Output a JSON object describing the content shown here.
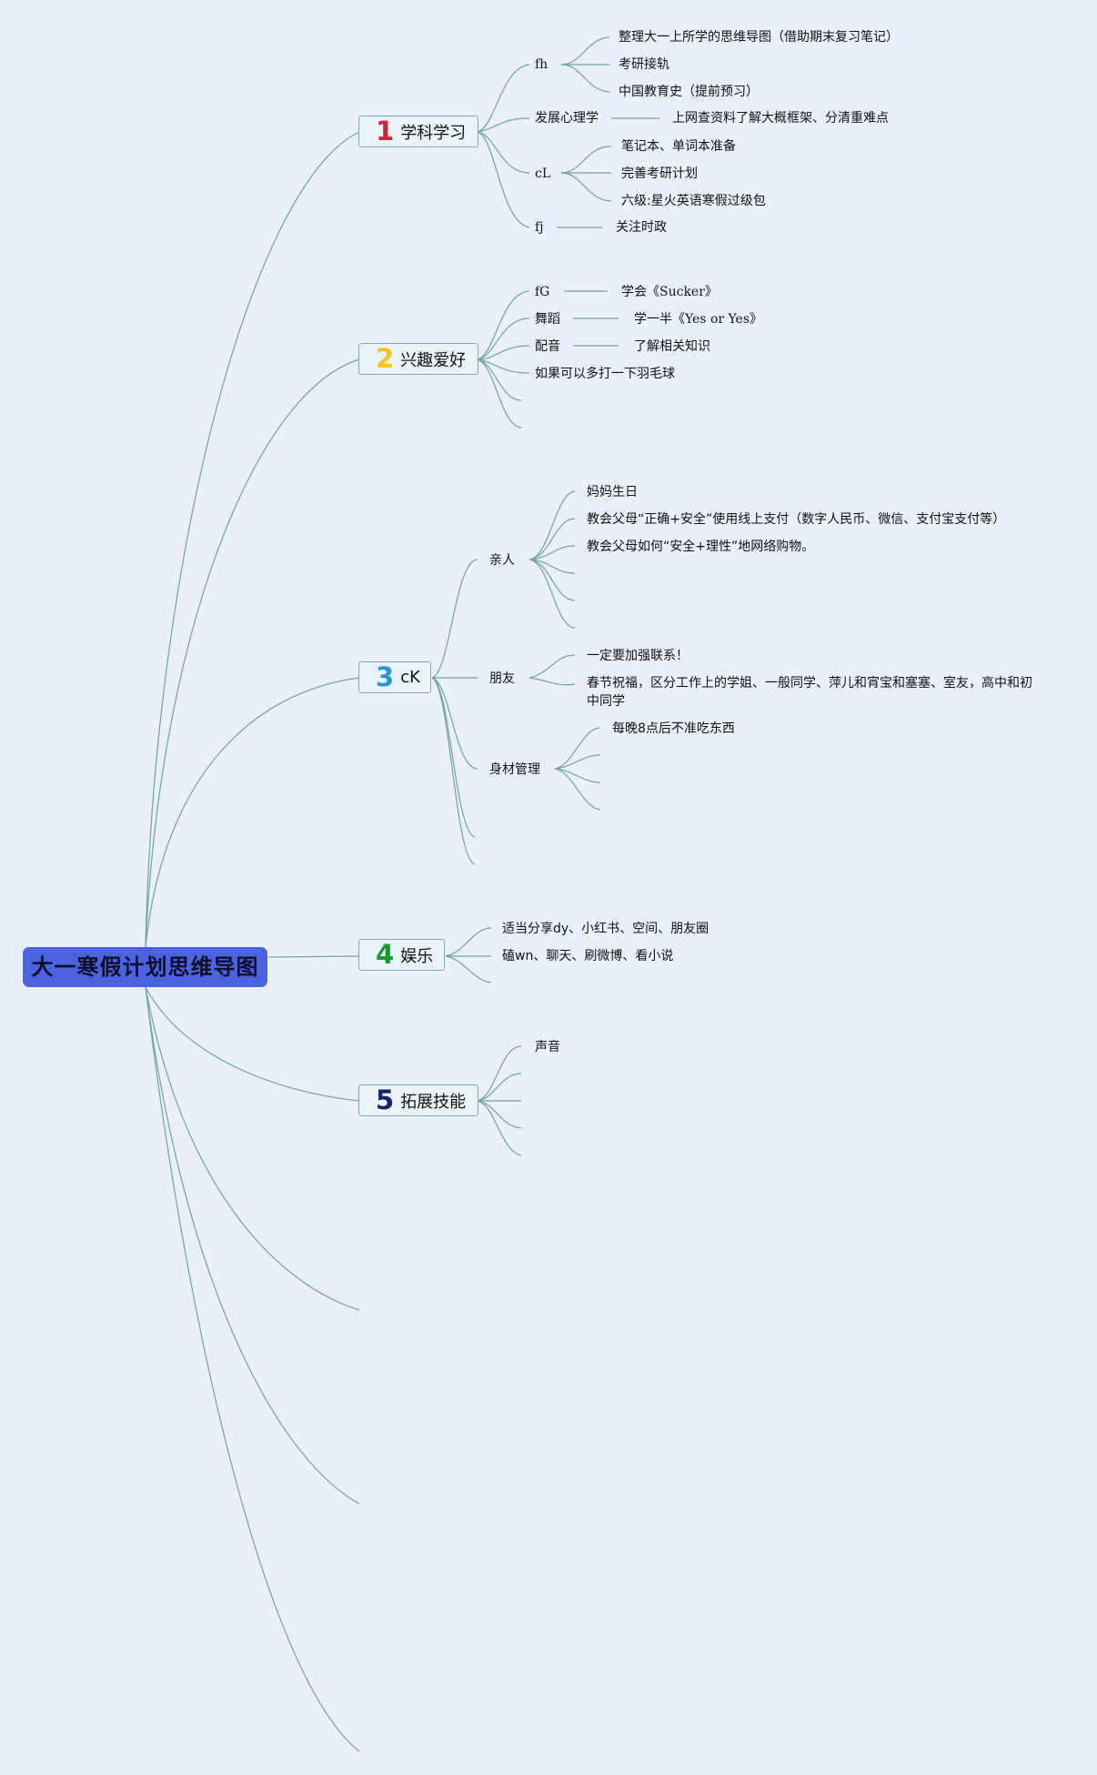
{
  "root": {
    "title": "大一寒假计划思维导图"
  },
  "branches": [
    {
      "num": "1",
      "color": "#d7213a",
      "label": "学科学习",
      "children": [
        {
          "label": "fh",
          "items": [
            "整理大一上所学的思维导图（借助期末复习笔记）",
            "考研接轨",
            "中国教育史（提前预习）"
          ]
        },
        {
          "label": "发展心理学",
          "items": [
            "上网查资料了解大概框架、分清重难点"
          ]
        },
        {
          "label": "cL",
          "items": [
            "笔记本、单词本准备",
            "完善考研计划",
            "六级:星火英语寒假过级包"
          ]
        },
        {
          "label": "fj",
          "items": [
            "关注时政"
          ]
        }
      ]
    },
    {
      "num": "2",
      "color": "#f4c21a",
      "label": "兴趣爱好",
      "children": [
        {
          "label": "fG",
          "items": [
            "学会《Sucker》"
          ]
        },
        {
          "label": "舞蹈",
          "items": [
            "学一半《Yes or Yes》"
          ]
        },
        {
          "label": "配音",
          "items": [
            "了解相关知识"
          ]
        },
        {
          "label": "如果可以多打一下羽毛球",
          "items": []
        }
      ]
    },
    {
      "num": "3",
      "color": "#1f98d6",
      "label": "cK",
      "children": [
        {
          "label": "亲人",
          "items": [
            "妈妈生日",
            "教会父母“正确+安全”使用线上支付（数字人民币、微信、支付宝支付等）",
            "教会父母如何“安全+理性”地网络购物。"
          ]
        },
        {
          "label": "朋友",
          "items": [
            "一定要加强联系！",
            "春节祝福，区分工作上的学姐、一般同学、萍儿和宵宝和塞塞、室友，高中和初中同学"
          ]
        },
        {
          "label": "身材管理",
          "items": [
            "每晚8点后不准吃东西"
          ]
        }
      ]
    },
    {
      "num": "4",
      "color": "#1a9a2c",
      "label": "娱乐",
      "children": [
        {
          "label": "适当分享dy、小红书、空间、朋友圈",
          "items": []
        },
        {
          "label": "磕wn、聊天、刷微博、看小说",
          "items": []
        }
      ]
    },
    {
      "num": "5",
      "color": "#16256e",
      "label": "拓展技能",
      "children": [
        {
          "label": "声音",
          "items": []
        }
      ]
    }
  ]
}
